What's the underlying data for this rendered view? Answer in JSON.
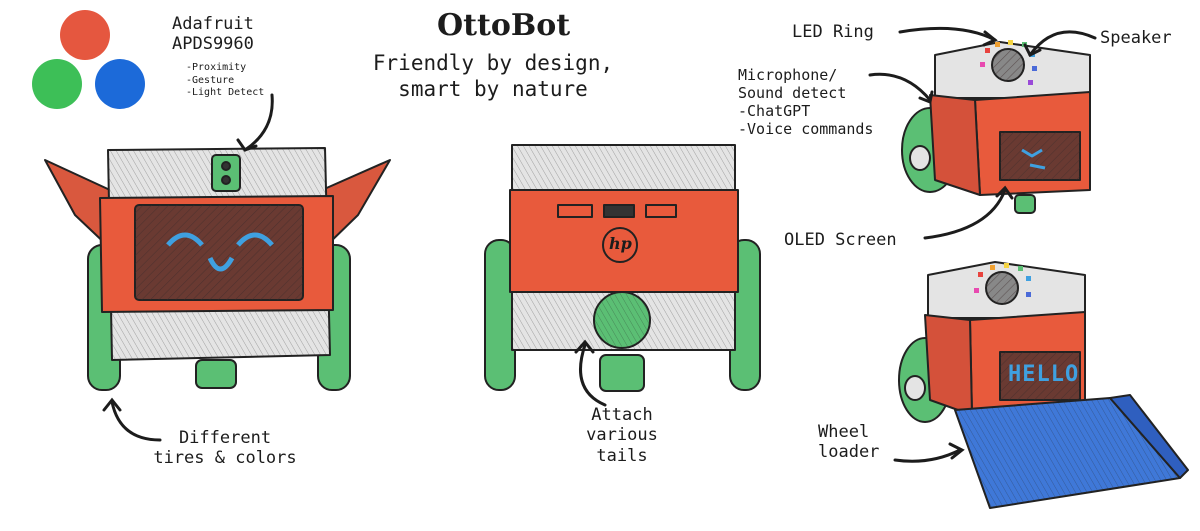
{
  "title": "OttoBot",
  "subtitle_lines": [
    "Friendly by design,",
    "smart by nature"
  ],
  "colors": {
    "red_dot": "#e5573f",
    "green_dot": "#3dbf57",
    "blue_dot": "#1c6ad9",
    "body_orange": "#e85a3c",
    "body_grey": "#e4e4e4",
    "wheel_green": "#5bbf74",
    "bucket_blue": "#3f78d8",
    "screen_dark": "#6a3a32",
    "screen_blue": "#3fa0e0"
  },
  "labels": {
    "sensor_title_lines": [
      "Adafruit",
      "APDS9960"
    ],
    "sensor_features": [
      "-Proximity",
      "-Gesture",
      "-Light Detect"
    ],
    "tires": [
      "Different",
      "tires & colors"
    ],
    "tails": [
      "Attach",
      "various",
      "tails"
    ],
    "led_ring": "LED Ring",
    "speaker": "Speaker",
    "microphone": [
      "Microphone/",
      "Sound detect",
      "-ChatGPT",
      "-Voice commands"
    ],
    "oled": "OLED Screen",
    "wheel_loader": [
      "Wheel",
      "loader"
    ],
    "screen_text": "HELLO",
    "logo": "hp"
  }
}
